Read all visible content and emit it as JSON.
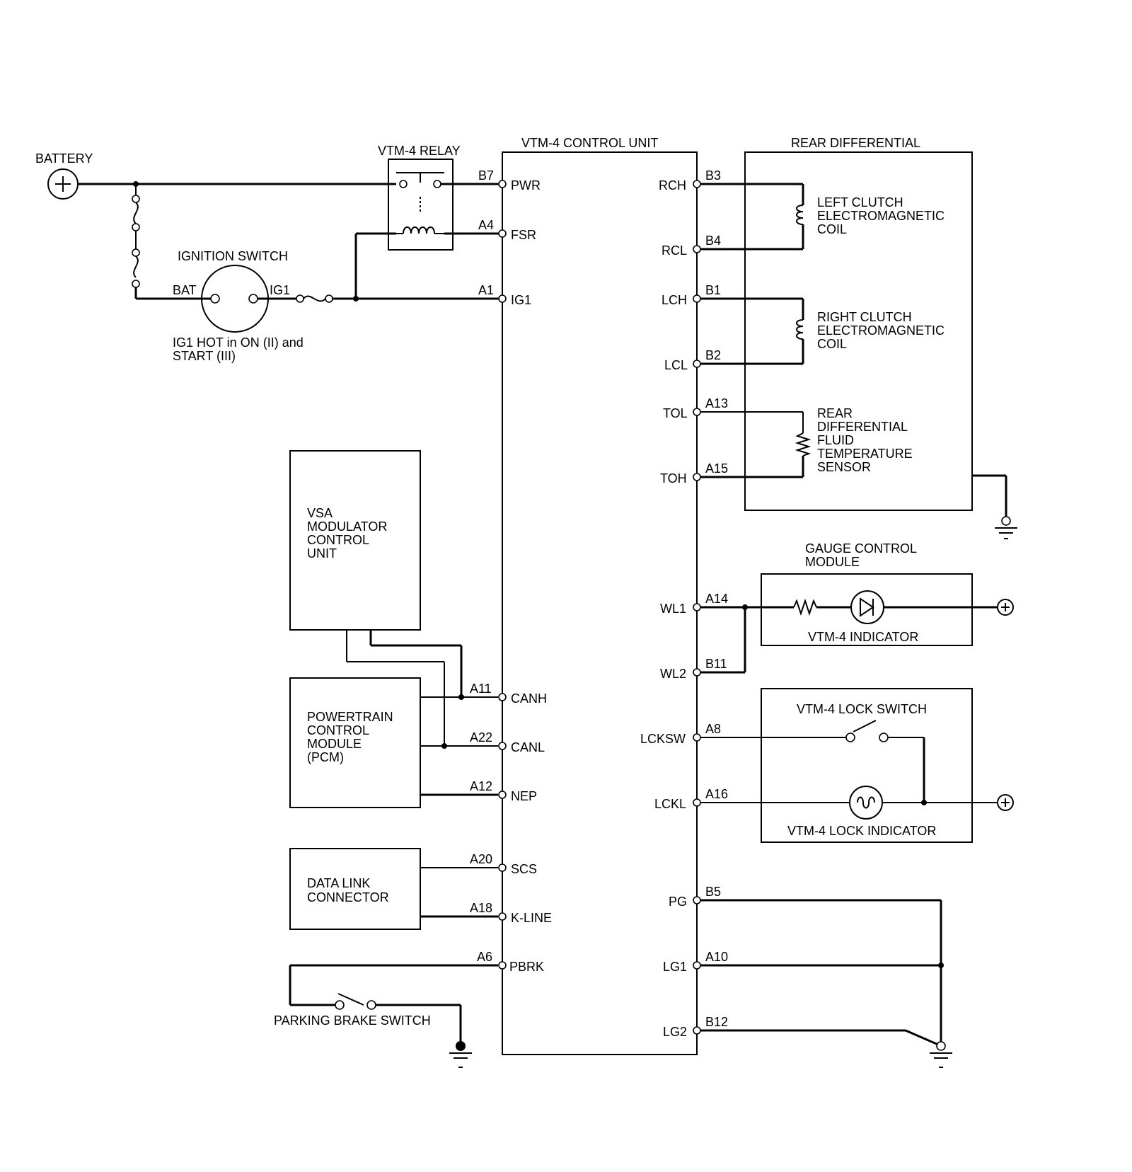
{
  "colors": {
    "ink": "#000000",
    "paper": "#ffffff"
  },
  "labels": {
    "battery": "BATTERY",
    "relay": "VTM-4 RELAY",
    "control_unit": "VTM-4 CONTROL UNIT",
    "rear_diff": "REAR DIFFERENTIAL",
    "ignition_switch": "IGNITION SWITCH",
    "bat": "BAT",
    "ig1": "IG1",
    "ig1_note_1": "IG1 HOT in ON (II) and",
    "ig1_note_2": "START (III)",
    "left_coil_1": "LEFT CLUTCH",
    "left_coil_2": "ELECTROMAGNETIC",
    "left_coil_3": "COIL",
    "right_coil_1": "RIGHT CLUTCH",
    "right_coil_2": "ELECTROMAGNETIC",
    "right_coil_3": "COIL",
    "temp_1": "REAR",
    "temp_2": "DIFFERENTIAL",
    "temp_3": "FLUID",
    "temp_4": "TEMPERATURE",
    "temp_5": "SENSOR",
    "gauge_1": "GAUGE CONTROL",
    "gauge_2": "MODULE",
    "vtm_indicator": "VTM-4 INDICATOR",
    "lock_switch": "VTM-4 LOCK SWITCH",
    "lock_indicator": "VTM-4 LOCK INDICATOR",
    "vsa_1": "VSA",
    "vsa_2": "MODULATOR",
    "vsa_3": "CONTROL",
    "vsa_4": "UNIT",
    "pcm_1": "POWERTRAIN",
    "pcm_2": "CONTROL",
    "pcm_3": "MODULE",
    "pcm_4": "(PCM)",
    "dlc_1": "DATA LINK",
    "dlc_2": "CONNECTOR",
    "parking_brake": "PARKING BRAKE SWITCH"
  },
  "pins_left": [
    {
      "pin": "B7",
      "name": "PWR"
    },
    {
      "pin": "A4",
      "name": "FSR"
    },
    {
      "pin": "A1",
      "name": "IG1"
    },
    {
      "pin": "A11",
      "name": "CANH"
    },
    {
      "pin": "A22",
      "name": "CANL"
    },
    {
      "pin": "A12",
      "name": "NEP"
    },
    {
      "pin": "A20",
      "name": "SCS"
    },
    {
      "pin": "A18",
      "name": "K-LINE"
    },
    {
      "pin": "A6",
      "name": "PBRK"
    }
  ],
  "pins_right": [
    {
      "pin": "B3",
      "name": "RCH"
    },
    {
      "pin": "B4",
      "name": "RCL"
    },
    {
      "pin": "B1",
      "name": "LCH"
    },
    {
      "pin": "B2",
      "name": "LCL"
    },
    {
      "pin": "A13",
      "name": "TOL"
    },
    {
      "pin": "A15",
      "name": "TOH"
    },
    {
      "pin": "A14",
      "name": "WL1"
    },
    {
      "pin": "B11",
      "name": "WL2"
    },
    {
      "pin": "A8",
      "name": "LCKSW"
    },
    {
      "pin": "A16",
      "name": "LCKL"
    },
    {
      "pin": "B5",
      "name": "PG"
    },
    {
      "pin": "A10",
      "name": "LG1"
    },
    {
      "pin": "B12",
      "name": "LG2"
    }
  ]
}
